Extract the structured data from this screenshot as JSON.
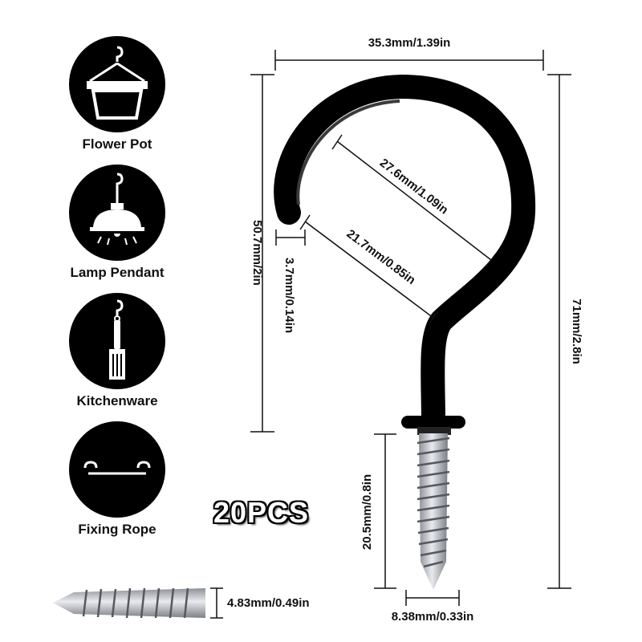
{
  "uses": [
    {
      "label": "Flower Pot",
      "icon": "flower-pot-icon"
    },
    {
      "label": "Lamp Pendant",
      "icon": "lamp-pendant-icon"
    },
    {
      "label": "Kitchenware",
      "icon": "kitchenware-icon"
    },
    {
      "label": "Fixing Rope",
      "icon": "fixing-rope-icon"
    }
  ],
  "quantity_text": "20PCS",
  "dimensions": {
    "total_width": "35.3mm/1.39in",
    "opening_width": "27.6mm/1.09in",
    "inner_width": "21.7mm/0.85in",
    "hook_diameter": "3.7mm/0.14in",
    "hook_height": "50.7mm/2in",
    "total_height": "71mm/2.8in",
    "thread_length": "20.5mm/0.8in",
    "thread_diameter": "8.38mm/0.33in",
    "screw_diameter": "4.83mm/0.49in"
  },
  "colors": {
    "hook": "#000000",
    "thread": "#b8bcc2",
    "text": "#111111"
  }
}
